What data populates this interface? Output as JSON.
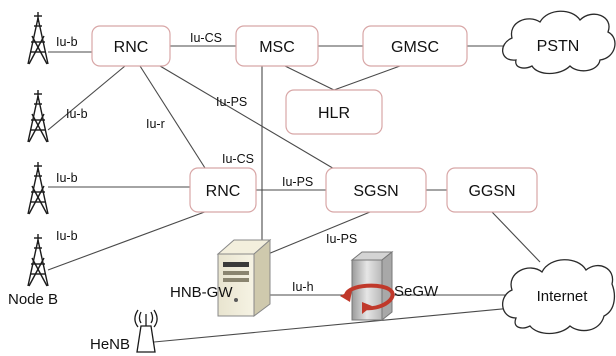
{
  "nodes": {
    "rnc_top": "RNC",
    "msc": "MSC",
    "gmsc": "GMSC",
    "pstn": "PSTN",
    "hlr": "HLR",
    "rnc_mid": "RNC",
    "sgsn": "SGSN",
    "ggsn": "GGSN",
    "hnb_gw": "HNB-GW",
    "segw": "SeGW",
    "internet": "Internet",
    "node_b": "Node B",
    "henb": "HeNB"
  },
  "edges": {
    "iub_1": "Iu-b",
    "iub_2": "Iu-b",
    "iub_3": "Iu-b",
    "iub_4": "Iu-b",
    "iu_cs_top": "Iu-CS",
    "iu_ps_top": "Iu-PS",
    "iu_r": "Iu-r",
    "iu_cs_mid": "Iu-CS",
    "iu_ps_mid": "Iu-PS",
    "iu_ps_low": "Iu-PS",
    "iu_h": "Iu-h"
  },
  "colors": {
    "box_border": "#d8a6a6",
    "line": "#4a4a4a",
    "tower": "#1a1a1a",
    "segw_arrow": "#c0392b"
  },
  "icons": {
    "tower": "antenna-tower-icon",
    "server": "server-icon",
    "secure_gateway": "secure-gateway-server-icon",
    "femtocell": "femtocell-router-icon",
    "cloud": "cloud-icon"
  }
}
